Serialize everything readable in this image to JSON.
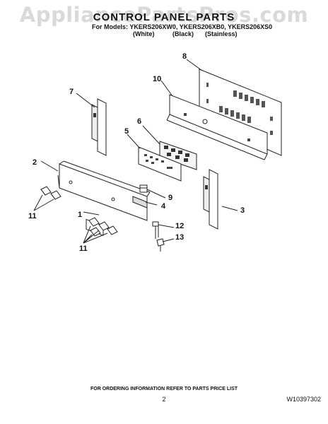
{
  "watermark": "AppliancePartsPros.com",
  "title": "CONTROL PANEL PARTS",
  "models_line": "For Models: YKERS206XW0, YKERS206XB0, YKERS206XS0",
  "variants": [
    "(White)",
    "(Black)",
    "(Stainless)"
  ],
  "callouts": [
    "1",
    "2",
    "3",
    "4",
    "5",
    "6",
    "7",
    "8",
    "9",
    "10",
    "11",
    "11",
    "12",
    "13"
  ],
  "footer": "FOR ORDERING INFORMATION REFER TO PARTS PRICE LIST",
  "page_number": "2",
  "document_number": "W10397302"
}
